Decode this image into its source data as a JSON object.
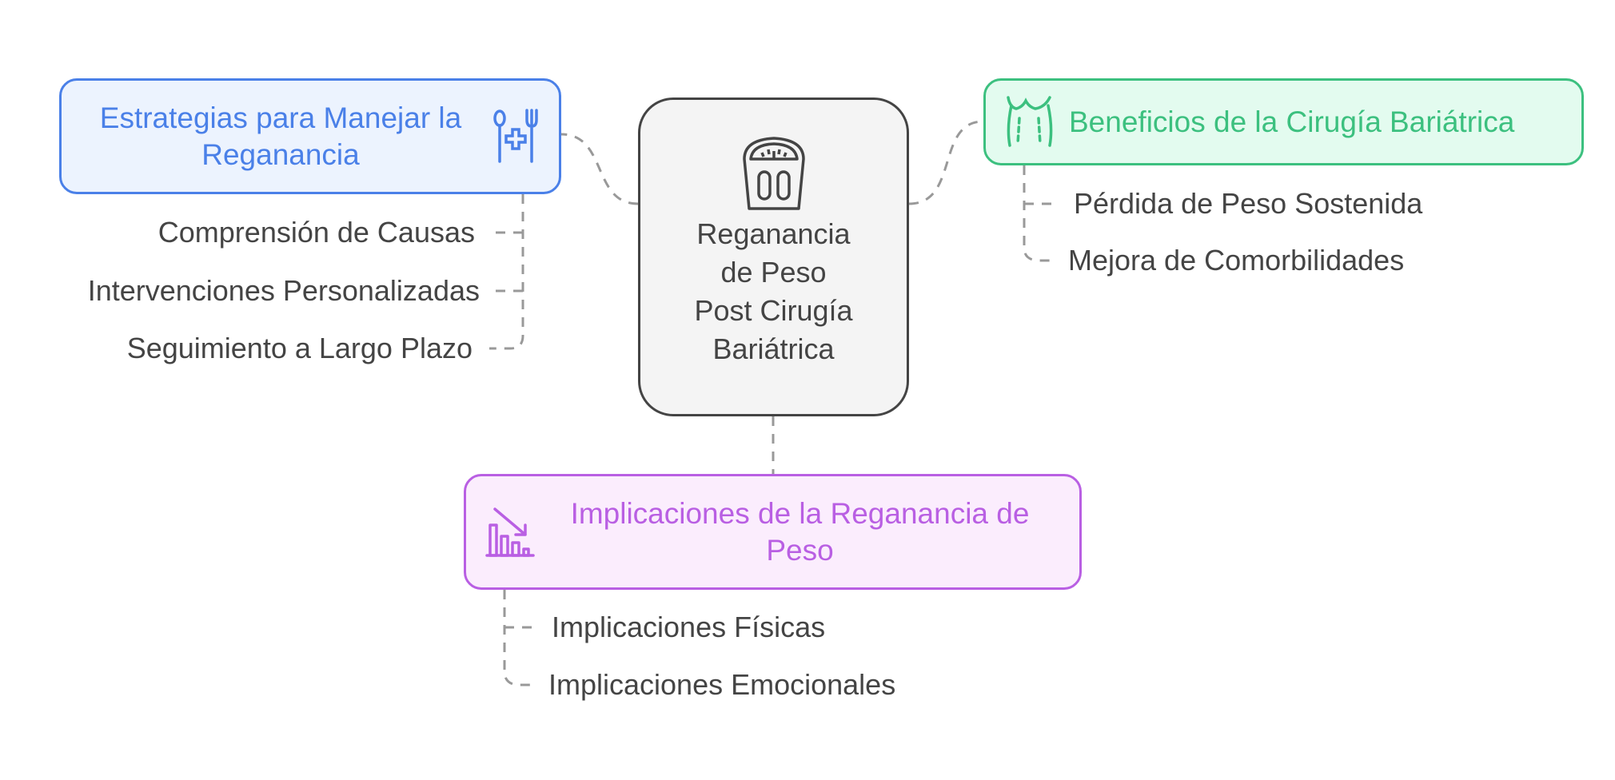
{
  "center": {
    "title_lines": [
      "Reganancia",
      "de Peso",
      "Post Cirugía",
      "Bariátrica"
    ],
    "icon": "weighing-scale-icon"
  },
  "branches": {
    "strategies": {
      "title": "Estrategias para Manejar la Reganancia",
      "icon": "medical-nutrition-icon",
      "color": "#4a80e8",
      "fill": "#ecf3fe",
      "items": [
        "Comprensión de Causas",
        "Intervenciones Personalizadas",
        "Seguimiento a Largo Plazo"
      ]
    },
    "benefits": {
      "title": "Beneficios de la Cirugía Bariátrica",
      "icon": "body-torso-icon",
      "color": "#3cc07f",
      "fill": "#e3fbef",
      "items": [
        "Pérdida de Peso Sostenida",
        "Mejora de Comorbilidades"
      ]
    },
    "implications": {
      "title": "Implicaciones de la Reganancia de Peso",
      "icon": "declining-chart-icon",
      "color": "#b95fe3",
      "fill": "#fbedfd",
      "items": [
        "Implicaciones Físicas",
        "Implicaciones Emocionales"
      ]
    }
  }
}
